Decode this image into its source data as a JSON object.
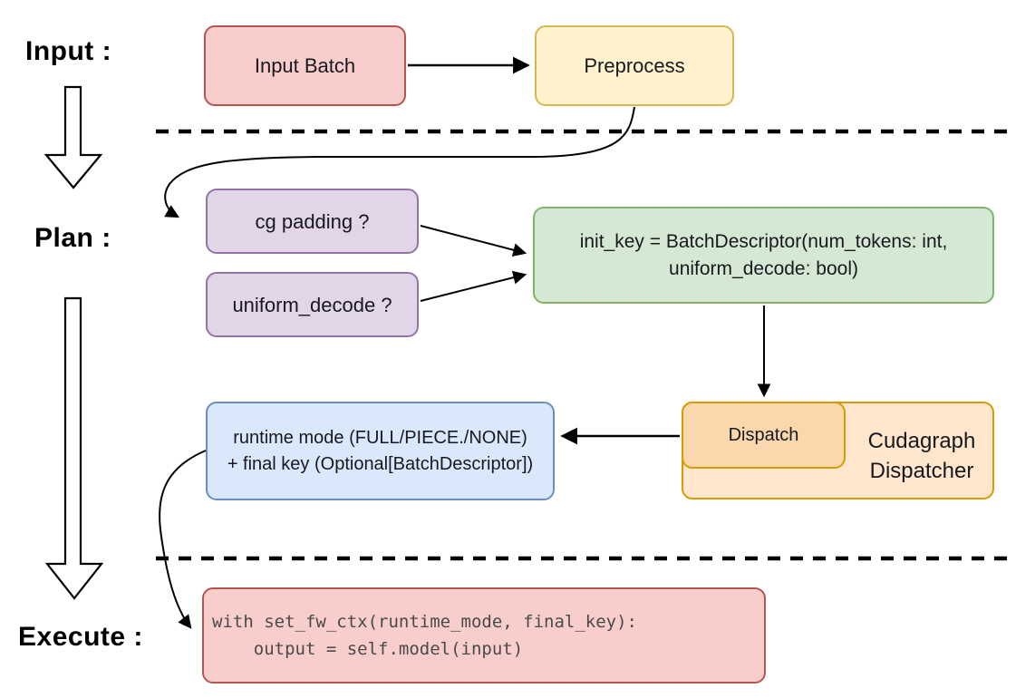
{
  "stage_labels": {
    "input": "Input :",
    "plan": "Plan :",
    "execute": "Execute :"
  },
  "nodes": {
    "input_batch": {
      "label": "Input Batch",
      "fill": "#f8cecc",
      "stroke": "#b85450"
    },
    "preprocess": {
      "label": "Preprocess",
      "fill": "#fff2cc",
      "stroke": "#d6b656"
    },
    "cg_padding": {
      "label": "cg padding ?",
      "fill": "#e1d5e7",
      "stroke": "#9673a6"
    },
    "uniform_decode": {
      "label": "uniform_decode ?",
      "fill": "#e1d5e7",
      "stroke": "#9673a6"
    },
    "init_key": {
      "line1": "init_key = BatchDescriptor(num_tokens: int,",
      "line2": "uniform_decode: bool)",
      "fill": "#d5e8d4",
      "stroke": "#82b366"
    },
    "dispatch": {
      "label": "Dispatch",
      "fill": "#fad7ac",
      "stroke": "#d79b00"
    },
    "cudagraph_dispatcher": {
      "line1": "Cudagraph",
      "line2": "Dispatcher",
      "fill": "#ffe6cc",
      "stroke": "#d79b00"
    },
    "runtime_mode": {
      "line1": "runtime mode (FULL/PIECE./NONE)",
      "line2": "+ final key (Optional[BatchDescriptor])",
      "fill": "#dae8fc",
      "stroke": "#6c8ebf"
    },
    "execute_code": {
      "line1": "with set_fw_ctx(runtime_mode, final_key):",
      "line2": "    output = self.model(input)",
      "fill": "#f8cecc",
      "stroke": "#b85450"
    }
  },
  "connector_color": "#000000"
}
